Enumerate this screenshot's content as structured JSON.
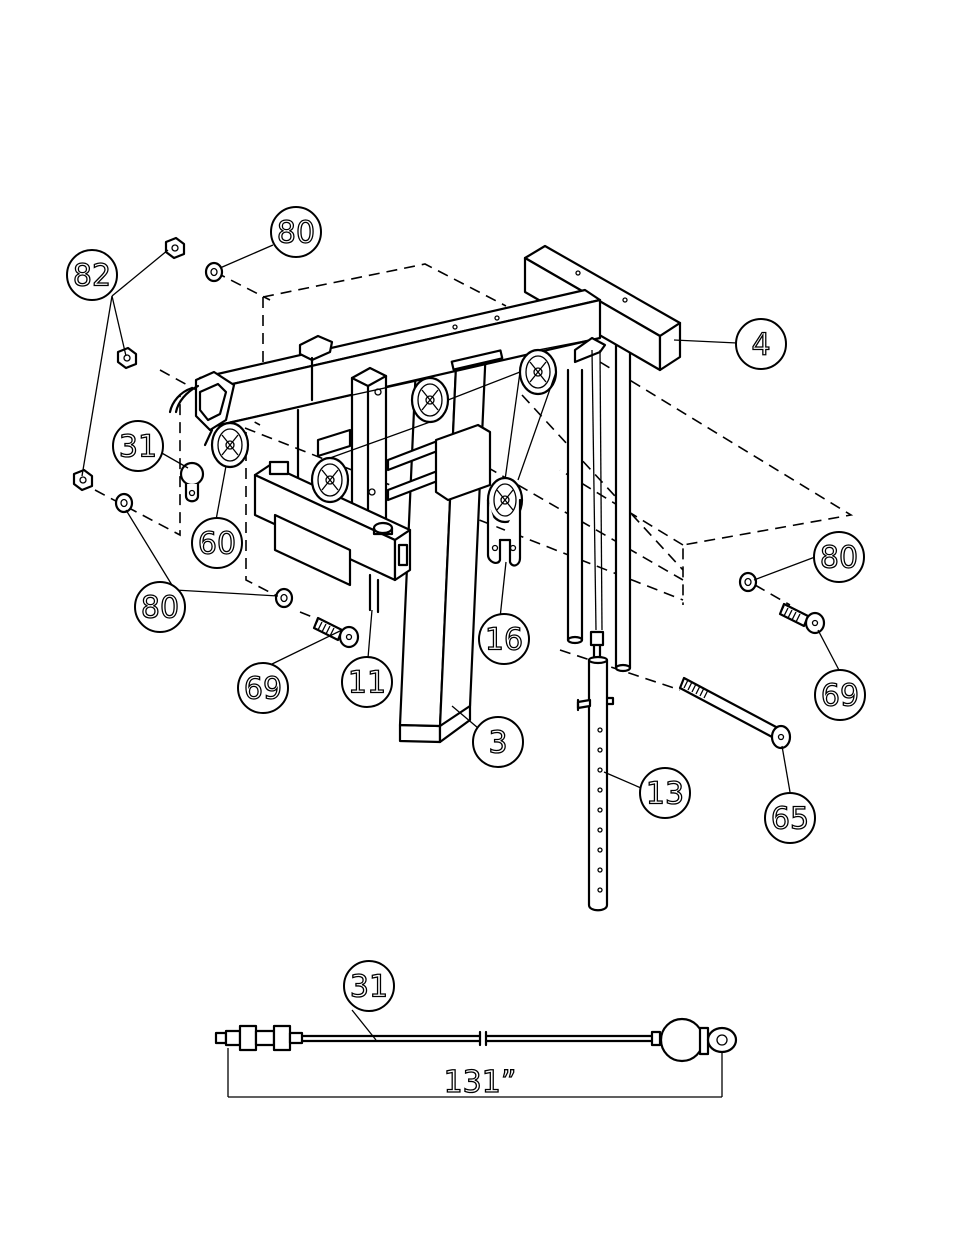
{
  "callouts": {
    "c82": "82",
    "c80_top": "80",
    "c4": "4",
    "c31": "31",
    "c60": "60",
    "c80_left": "80",
    "c69_left": "69",
    "c11": "11",
    "c16": "16",
    "c3": "3",
    "c13": "13",
    "c80_right": "80",
    "c69_right": "69",
    "c65": "65",
    "c31_cable": "31"
  },
  "dimension": {
    "cable_length": "131”"
  }
}
